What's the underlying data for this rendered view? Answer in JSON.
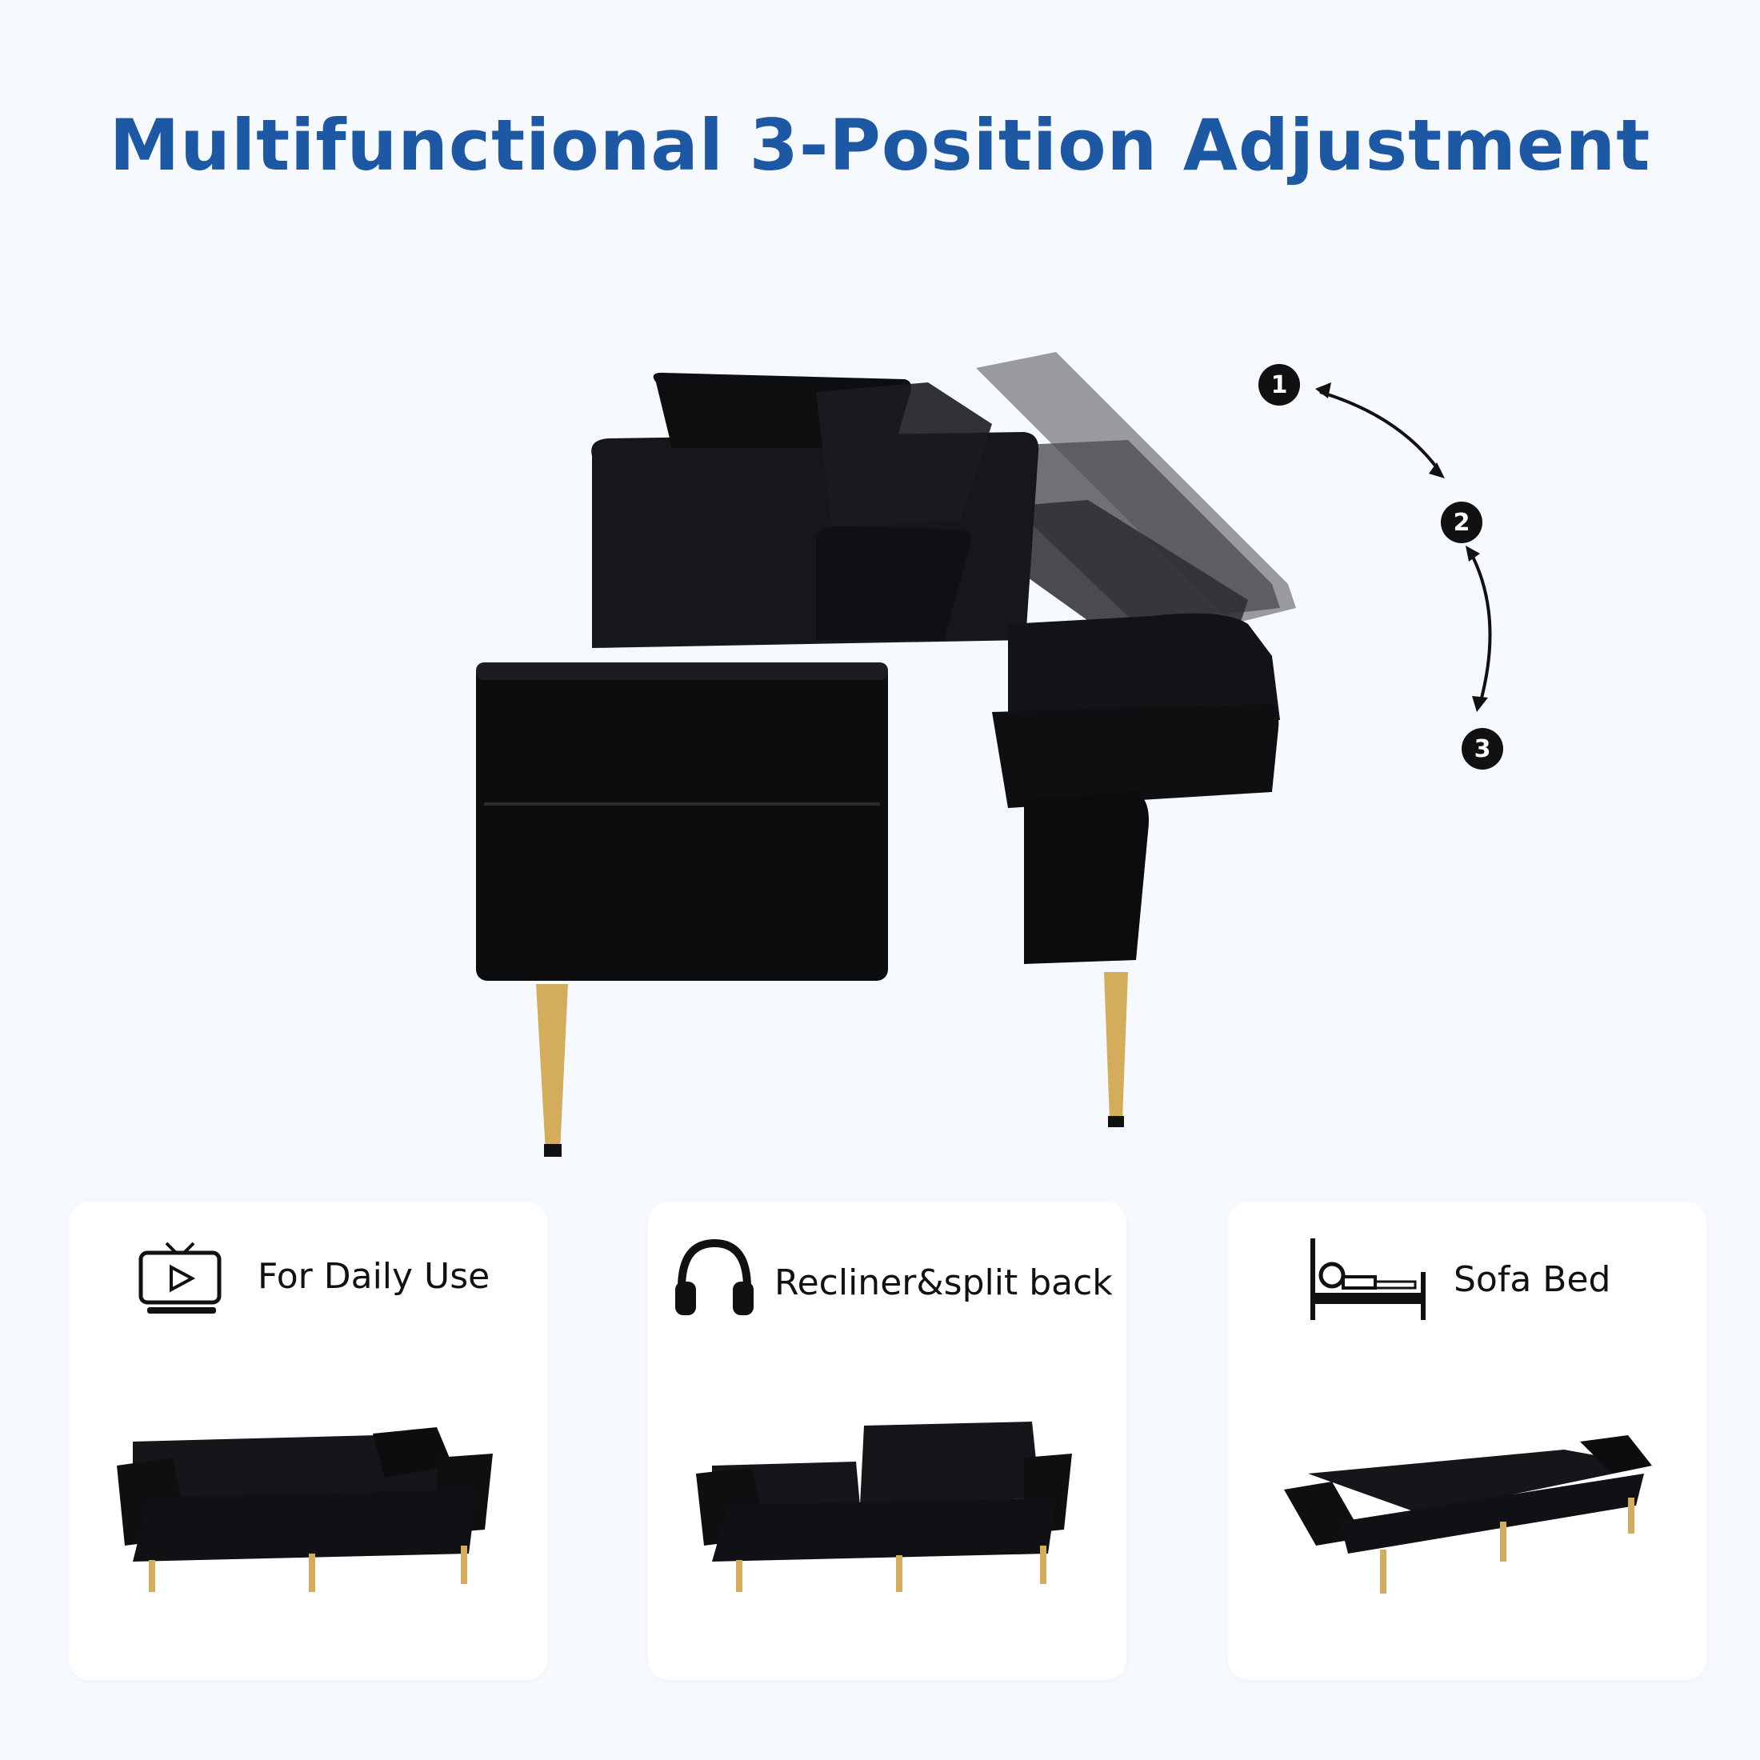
{
  "title": "Multifunctional 3-Position Adjustment",
  "positions": [
    "1",
    "2",
    "3"
  ],
  "cards": [
    {
      "label": "For Daily Use",
      "icon": "tv-icon"
    },
    {
      "label": "Recliner&split back",
      "icon": "headphones-icon"
    },
    {
      "label": "Sofa Bed",
      "icon": "bed-icon"
    }
  ],
  "colors": {
    "title": "#1d58a5",
    "sofa": "#111214",
    "legs": "#d4ad5c",
    "background": "#f6f9fe"
  }
}
